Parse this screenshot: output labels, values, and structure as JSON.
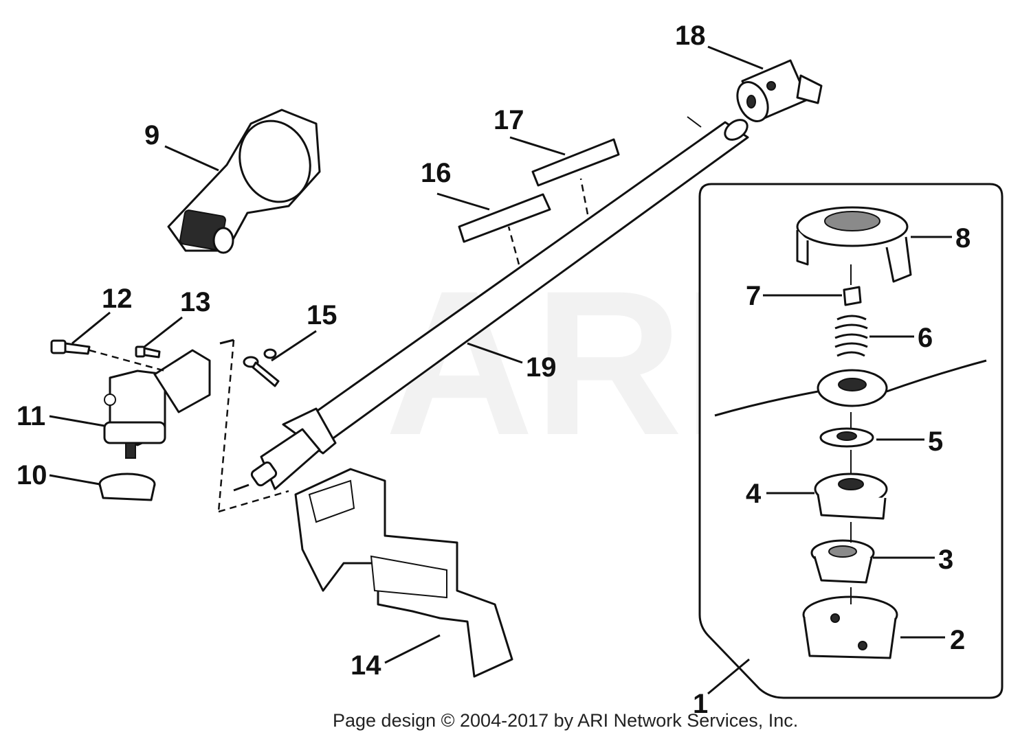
{
  "watermark": "ARI",
  "footer": "Page design © 2004-2017 by ARI Network Services, Inc.",
  "callouts": {
    "c1": "1",
    "c2": "2",
    "c3": "3",
    "c4": "4",
    "c5": "5",
    "c6": "6",
    "c7": "7",
    "c8": "8",
    "c9": "9",
    "c10": "10",
    "c11": "11",
    "c12": "12",
    "c13": "13",
    "c14": "14",
    "c15": "15",
    "c16": "16",
    "c17": "17",
    "c18": "18",
    "c19": "19"
  }
}
